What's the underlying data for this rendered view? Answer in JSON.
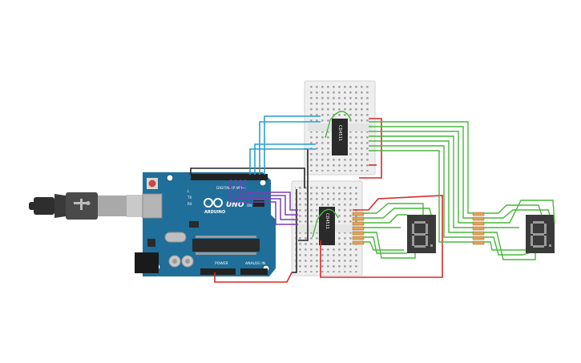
{
  "colors": {
    "background": "#ffffff",
    "board_blue": "#1f6f9a",
    "board_blue_dark": "#155777",
    "breadboard": "#eeeeee",
    "chip": "#2a2a2a",
    "wire_green": "#46b83a",
    "wire_red": "#d8292a",
    "wire_black": "#222222",
    "wire_blue": "#2a9fd0",
    "wire_purple": "#7a3fb5",
    "display_body": "#3a3a3a",
    "segment": "#9a9a9a",
    "resistor": "#e0a25a",
    "usb_gray": "#9a9a9a"
  },
  "board": {
    "name": "ARDUINO",
    "model": "UNO",
    "digital_label": "DIGITAL (PWM~)",
    "power_label": "POWER",
    "analog_label": "ANALOG IN",
    "led_on": "ON",
    "led_tx": "TX",
    "led_rx": "RX",
    "led_l": "L"
  },
  "chips": {
    "top_label": "CD4511",
    "bottom_label": "CD4511"
  },
  "icons": {
    "usb": "usb-cable-icon",
    "arduino_logo": "infinity-logo-icon"
  }
}
